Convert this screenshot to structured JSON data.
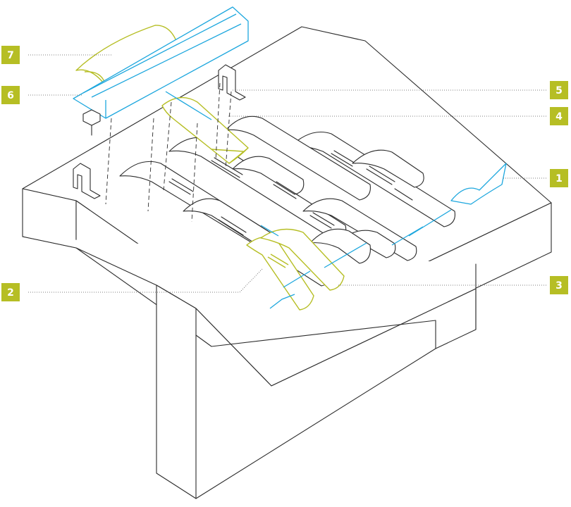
{
  "colors": {
    "callout": "#b6be24",
    "accent_blue": "#1da7de",
    "line": "#2b2b2b",
    "background": "#ffffff"
  },
  "callouts": [
    {
      "id": "1",
      "label": "1"
    },
    {
      "id": "2",
      "label": "2"
    },
    {
      "id": "3",
      "label": "3"
    },
    {
      "id": "4",
      "label": "4"
    },
    {
      "id": "5",
      "label": "5"
    },
    {
      "id": "6",
      "label": "6"
    },
    {
      "id": "7",
      "label": "7"
    }
  ]
}
